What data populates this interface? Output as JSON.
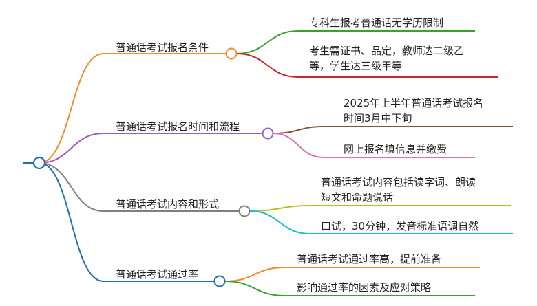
{
  "mindmap": {
    "branches": [
      {
        "label": "普通话考试报名条件",
        "color": "#f28c28",
        "children": [
          {
            "lines": [
              "专科生报考普通话无学历限制"
            ],
            "color": "#3aa02e"
          },
          {
            "lines": [
              "考生需证书、品定，教师达二级乙",
              "等，学生达三级甲等"
            ],
            "color": "#c8262a"
          }
        ]
      },
      {
        "label": "普通话考试报名时间和流程",
        "color": "#9b59c6",
        "children": [
          {
            "lines": [
              "2025年上半年普通话考试报名",
              "时间3月中下旬"
            ],
            "color": "#8b4f3c"
          },
          {
            "lines": [
              "网上报名填信息并缴费"
            ],
            "color": "#e36fb6"
          }
        ]
      },
      {
        "label": "普通话考试内容和形式",
        "color": "#7f7f7f",
        "children": [
          {
            "lines": [
              "普通话考试内容包括读字词、朗读",
              "短文和命题说话"
            ],
            "color": "#bcbd22"
          },
          {
            "lines": [
              "口试，30分钟，发音标准语调自然"
            ],
            "color": "#17becf"
          }
        ]
      },
      {
        "label": "普通话考试通过率",
        "color": "#1f6fb4",
        "children": [
          {
            "lines": [
              "普通话考试通过率高，提前准备"
            ],
            "color": "#f28c28"
          },
          {
            "lines": [
              "影响通过率的因素及应对策略"
            ],
            "color": "#3aa02e"
          }
        ]
      }
    ]
  }
}
